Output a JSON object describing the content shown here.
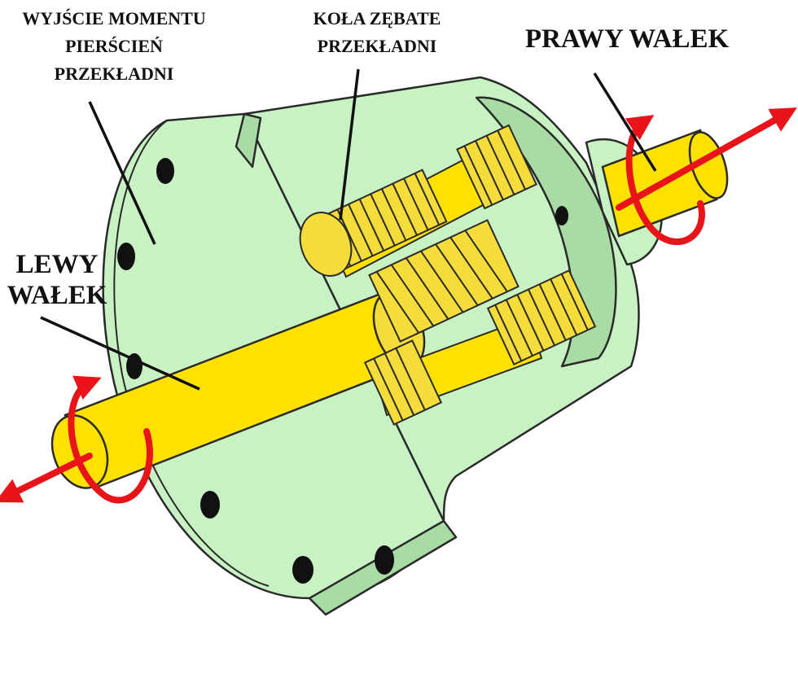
{
  "labels": {
    "ring_output": [
      "WYJŚCIE MOMENTU",
      "PIERŚCIEŃ",
      "PRZEKŁADNI"
    ],
    "gears": [
      "KOŁA ZĘBATE",
      "PRZEKŁADNI"
    ],
    "right_shaft": [
      "PRAWY WAŁEK"
    ],
    "left_shaft": [
      "LEWY",
      "WAŁEK"
    ]
  },
  "colors": {
    "housing": "#c9f2c4",
    "housing_shade": "#a8dca4",
    "shaft": "#ffe100",
    "gear": "#f4dc3a",
    "arrow": "#e8141a",
    "outline": "#2a2a2a"
  },
  "icons": {
    "arrow_right": "red-double-arrow",
    "arrow_left": "red-double-arrow"
  }
}
